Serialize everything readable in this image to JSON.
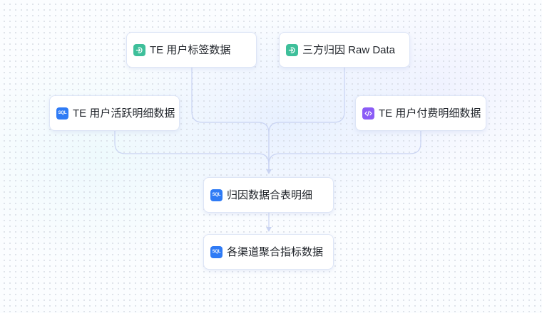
{
  "diagram": {
    "type": "data-lineage-flow",
    "colors": {
      "import_icon": "#3ebf9a",
      "sql_icon": "#2f7bf5",
      "code_icon": "#8b5cf6",
      "edge": "#c9d3f2",
      "node_border": "#dde5f6",
      "text": "#1f2329"
    },
    "nodes": [
      {
        "id": "te_user_tags",
        "label": "TE 用户标签数据",
        "icon": "import-icon"
      },
      {
        "id": "third_party_attribution",
        "label": "三方归因 Raw Data",
        "icon": "import-icon"
      },
      {
        "id": "te_user_activity",
        "label": "TE 用户活跃明细数据",
        "icon": "sql-icon",
        "icon_text": "SQL"
      },
      {
        "id": "te_user_payment",
        "label": "TE 用户付费明细数据",
        "icon": "code-icon"
      },
      {
        "id": "attribution_merged",
        "label": "归因数据合表明细",
        "icon": "sql-icon",
        "icon_text": "SQL"
      },
      {
        "id": "channel_metrics",
        "label": "各渠道聚合指标数据",
        "icon": "sql-icon",
        "icon_text": "SQL"
      }
    ],
    "edges": [
      {
        "from": "te_user_tags",
        "to": "attribution_merged"
      },
      {
        "from": "third_party_attribution",
        "to": "attribution_merged"
      },
      {
        "from": "te_user_activity",
        "to": "attribution_merged"
      },
      {
        "from": "te_user_payment",
        "to": "attribution_merged"
      },
      {
        "from": "attribution_merged",
        "to": "channel_metrics"
      }
    ]
  }
}
